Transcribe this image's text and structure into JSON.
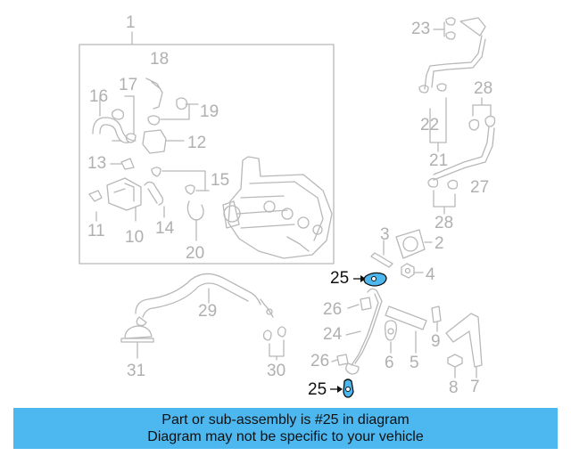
{
  "colors": {
    "line": "#b8b8b8",
    "label": "#b0b0b0",
    "highlight_fill": "#4db8f0",
    "highlight_stroke": "#111111",
    "banner_bg": "#4db8f0"
  },
  "callouts": [
    "1",
    "2",
    "3",
    "4",
    "5",
    "6",
    "7",
    "8",
    "9",
    "10",
    "11",
    "12",
    "13",
    "14",
    "15",
    "16",
    "17",
    "18",
    "19",
    "20",
    "21",
    "22",
    "23",
    "24",
    "25",
    "25",
    "26",
    "26",
    "27",
    "28",
    "28",
    "29",
    "30",
    "31"
  ],
  "highlighted_part": "25",
  "banner": {
    "line1": "Part or sub-assembly is #25 in diagram",
    "line2": "Diagram may not be specific to your vehicle"
  }
}
